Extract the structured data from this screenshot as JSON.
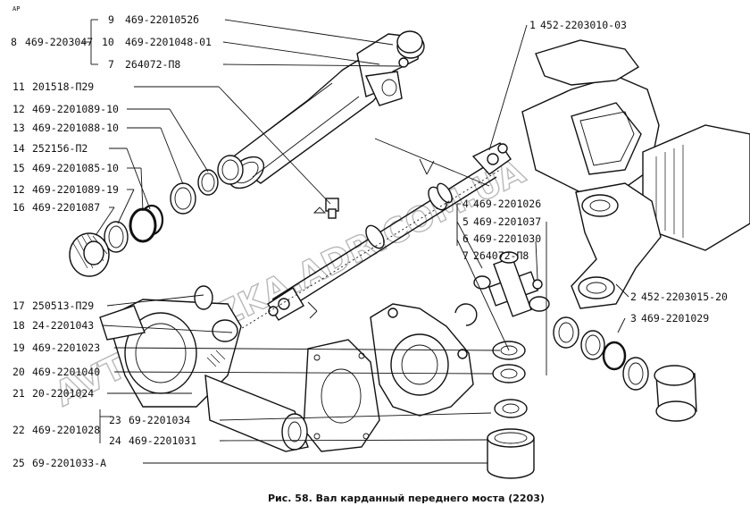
{
  "caption": "Рис. 58. Вал карданный переднего моста (2203)",
  "watermark": "AVTOSKAZKA.ADR.COM.UA",
  "corner_mark": "АР",
  "left_callouts": [
    {
      "num": "9",
      "code": "469-2201052б"
    },
    {
      "num": "8",
      "code": "469-2203047"
    },
    {
      "num": "10",
      "code": "469-2201048-01"
    },
    {
      "num": "7",
      "code": "264072-П8"
    },
    {
      "num": "11",
      "code": "201518-П29"
    },
    {
      "num": "12",
      "code": "469-2201089-10"
    },
    {
      "num": "13",
      "code": "469-2201088-10"
    },
    {
      "num": "14",
      "code": "252156-П2"
    },
    {
      "num": "15",
      "code": "469-2201085-10"
    },
    {
      "num": "12",
      "code": "469-2201089-19"
    },
    {
      "num": "16",
      "code": "469-2201087"
    },
    {
      "num": "17",
      "code": "250513-П29"
    },
    {
      "num": "18",
      "code": "24-2201043"
    },
    {
      "num": "19",
      "code": "469-2201023"
    },
    {
      "num": "20",
      "code": "469-2201040"
    },
    {
      "num": "21",
      "code": "20-2201024"
    },
    {
      "num": "22",
      "code": "469-2201028"
    },
    {
      "num": "23",
      "code": "69-2201034"
    },
    {
      "num": "24",
      "code": "469-2201031"
    },
    {
      "num": "25",
      "code": "69-2201033-А"
    }
  ],
  "right_callouts": [
    {
      "num": "1",
      "code": "452-2203010-03"
    },
    {
      "num": "4",
      "code": "469-2201026"
    },
    {
      "num": "5",
      "code": "469-2201037"
    },
    {
      "num": "6",
      "code": "469-2201030"
    },
    {
      "num": "7",
      "code": "264072-П8"
    },
    {
      "num": "2",
      "code": "452-2203015-20"
    },
    {
      "num": "3",
      "code": "469-2201029"
    }
  ]
}
